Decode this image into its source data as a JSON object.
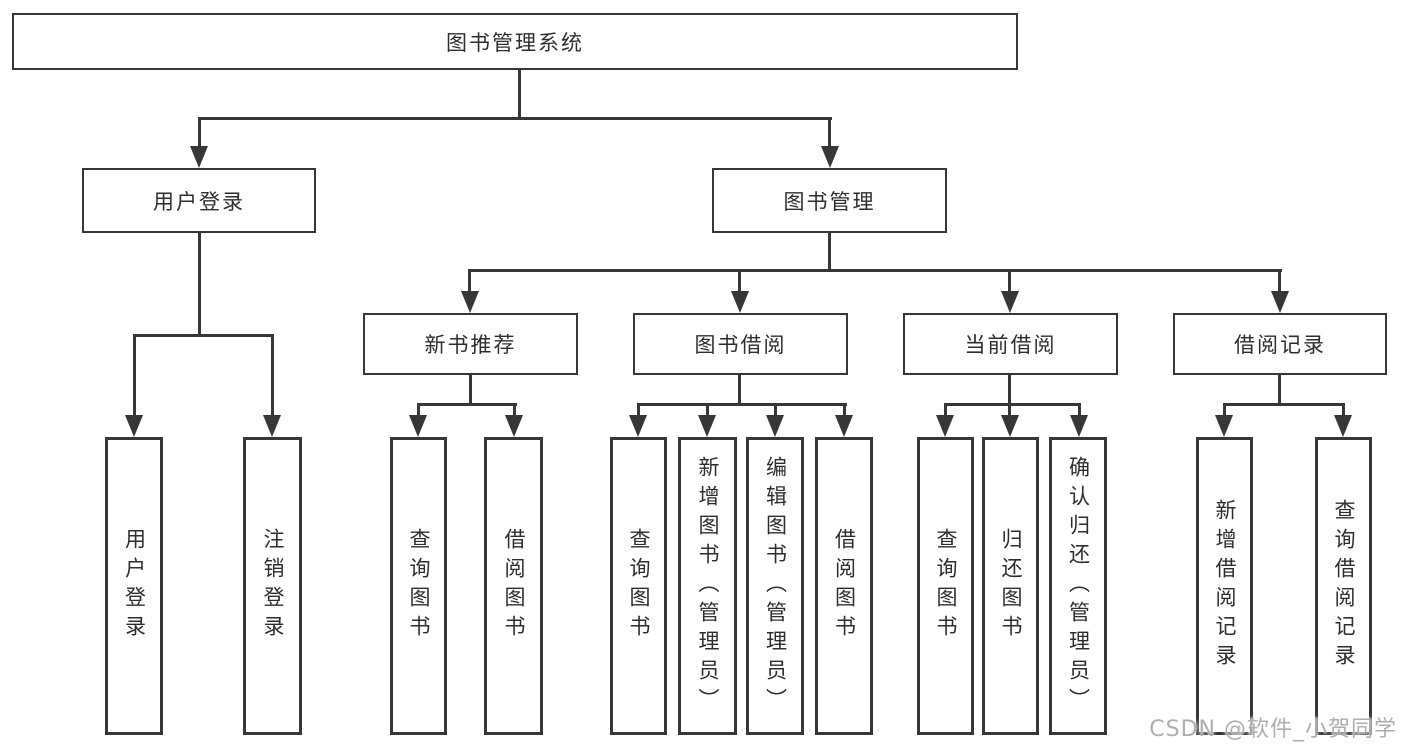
{
  "diagram": {
    "root": "图书管理系统",
    "branches": [
      {
        "label": "用户登录",
        "leaves": [
          "用户登录",
          "注销登录"
        ]
      },
      {
        "label": "图书管理",
        "groups": [
          {
            "label": "新书推荐",
            "leaves": [
              "查询图书",
              "借阅图书"
            ]
          },
          {
            "label": "图书借阅",
            "leaves": [
              "查询图书",
              "新增图书（管理员）",
              "编辑图书（管理员）",
              "借阅图书"
            ]
          },
          {
            "label": "当前借阅",
            "leaves": [
              "查询图书",
              "归还图书",
              "确认归还（管理员）"
            ]
          },
          {
            "label": "借阅记录",
            "leaves": [
              "新增借阅记录",
              "查询借阅记录"
            ]
          }
        ]
      }
    ]
  },
  "watermark": "CSDN @软件_小贺同学",
  "colors": {
    "line": "#373737",
    "text": "#2e2e2e",
    "watermark": "#a8a8a8"
  }
}
